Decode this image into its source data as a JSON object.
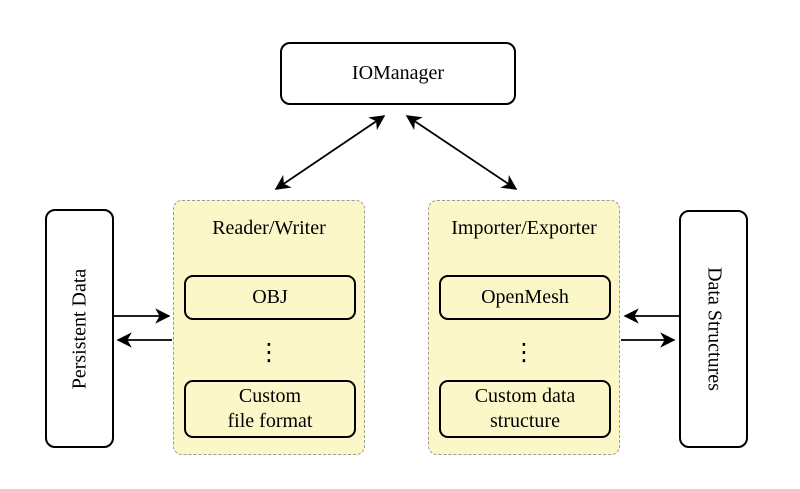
{
  "colors": {
    "panel_fill": "#FBF7C8",
    "panel_border": "#9B9B9B",
    "box_border": "#000000",
    "bg": "#FFFFFF",
    "arrow": "#000000"
  },
  "nodes": {
    "io_manager": {
      "label": "IOManager"
    },
    "persistent_data": {
      "label": "Persistent Data"
    },
    "data_structures": {
      "label": "Data Structures"
    },
    "reader_writer": {
      "title": "Reader/Writer",
      "first_item": {
        "label": "OBJ"
      },
      "ellipsis": "⋮",
      "last_item": {
        "line1": "Custom",
        "line2": "file format"
      }
    },
    "importer_exporter": {
      "title": "Importer/Exporter",
      "first_item": {
        "label": "OpenMesh"
      },
      "ellipsis": "⋮",
      "last_item": {
        "line1": "Custom data",
        "line2": "structure"
      }
    }
  }
}
